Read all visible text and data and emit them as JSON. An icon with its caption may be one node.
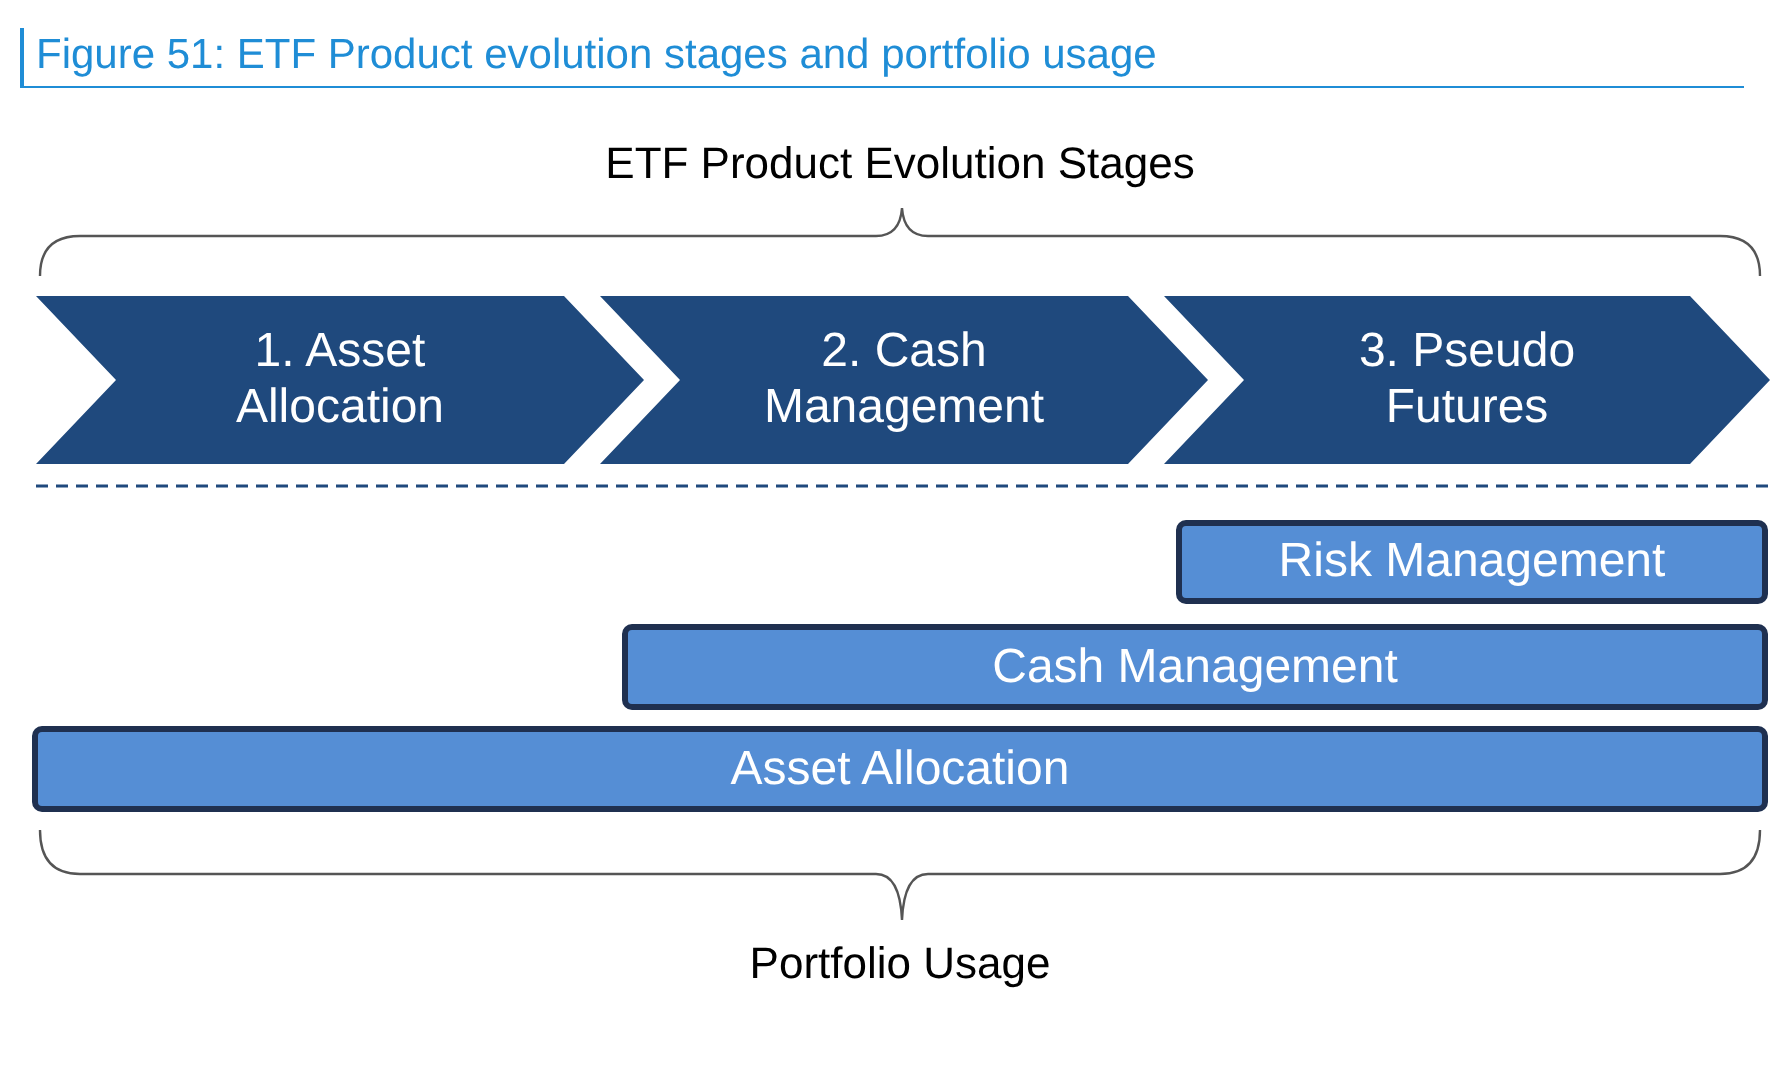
{
  "diagram": {
    "title": "Figure 51: ETF Product evolution stages and portfolio usage",
    "nodes": [
      {
        "text": [
          "1. Asset Allocation"
        ]
      },
      {
        "text": [
          "2. Cash Management"
        ]
      },
      {
        "text": [
          "3. Pseudo Futures"
        ]
      },
      {
        "text": [
          "Risk Management"
        ]
      },
      {
        "text": [
          "Cash Management"
        ]
      },
      {
        "text": [
          "Asset Allocation"
        ]
      }
    ],
    "labels": [
      "ETF Product Evolution Stages",
      "Portfolio Usage"
    ]
  }
}
